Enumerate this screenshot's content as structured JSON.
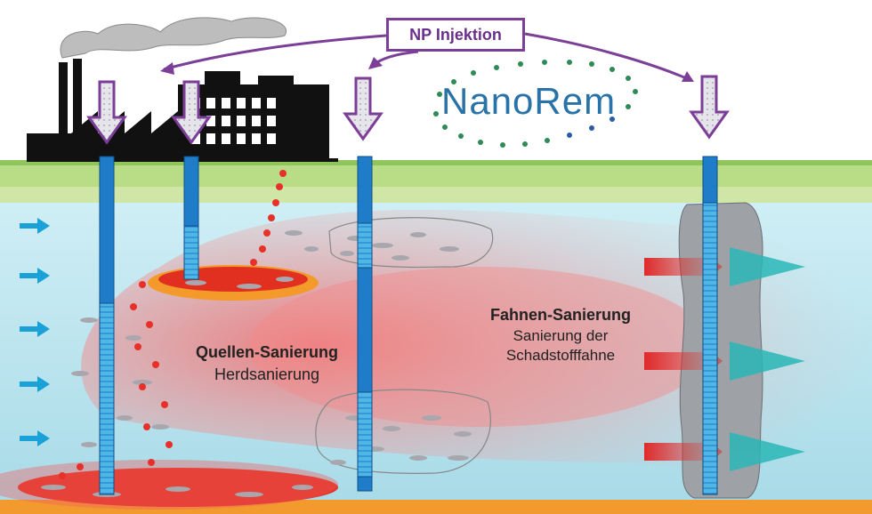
{
  "injection_label": "NP Injektion",
  "logo": {
    "text": "NanoRem"
  },
  "source_remediation": {
    "title": "Quellen-Sanierung",
    "subtitle": "Herdsanierung"
  },
  "plume_remediation": {
    "title": "Fahnen-Sanierung",
    "subtitle_line1": "Sanierung der",
    "subtitle_line2": "Schadstofffahne"
  },
  "colors": {
    "sky": "#ffffff",
    "grass": "#b7d982",
    "groundwater": "#bfe6ef",
    "contamination": "#f06060",
    "source_core": "#e23020",
    "bottom_layer": "#f29a2e",
    "well": "#1e7cc8",
    "arrow_outline": "#7b3f98",
    "barrier": "#9aa0a6",
    "flow_arrow": "#1aa1d8",
    "out_arrow": "#2ab7b7"
  }
}
